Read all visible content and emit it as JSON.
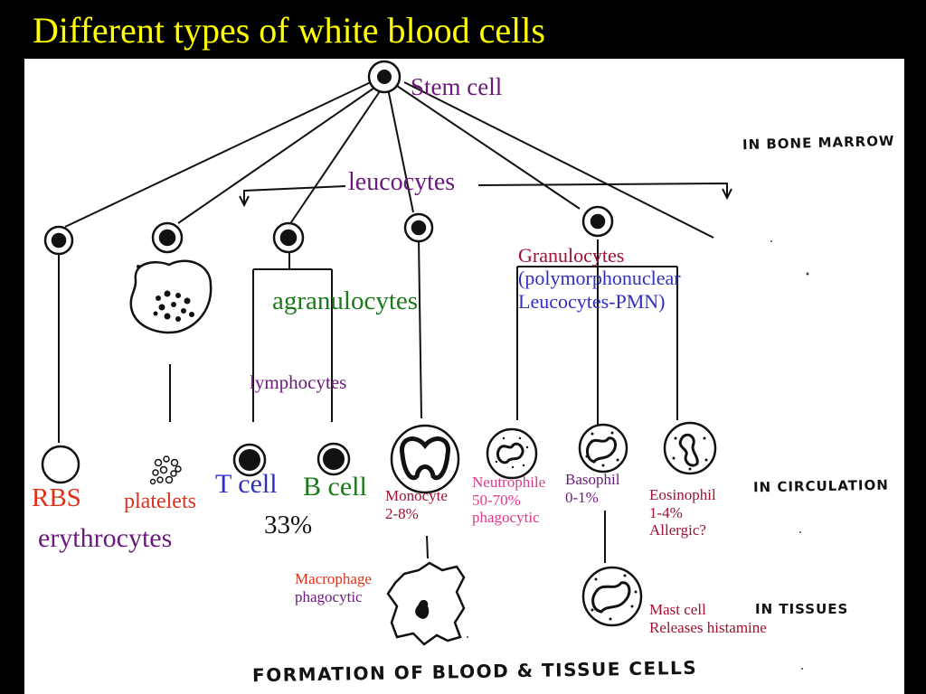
{
  "slide": {
    "title": "Different types of white blood cells"
  },
  "diagram": {
    "stem_cell": "Stem cell",
    "leucocytes": "leucocytes",
    "agranulocytes": "agranulocytes",
    "granulocytes": [
      "Granulocytes",
      "(polymorphonuclear",
      "Leucocytes-PMN)"
    ],
    "lymphocytes": "lymphocytes",
    "t_cell": "T cell",
    "b_cell": "B cell",
    "lymphocyte_percent": "33%",
    "rbs": "RBS",
    "erythrocytes": "erythrocytes",
    "platelets": "platelets",
    "monocyte": [
      "Monocyte",
      "2-8%"
    ],
    "neutrophile": [
      "Neutrophile",
      "50-70%",
      "phagocytic"
    ],
    "basophil": [
      "Basophil",
      "0-1%"
    ],
    "eosinophil": [
      "Eosinophil",
      "1-4%",
      "Allergic?"
    ],
    "macrophage": [
      "Macrophage",
      "phagocytic"
    ],
    "mast_cell": [
      "Mast cell",
      "Releases histamine"
    ],
    "stage_labels": {
      "bone_marrow": "IN BONE MARROW",
      "circulation": "IN CIRCULATION",
      "tissues": "IN TISSUES"
    },
    "footer": "FORMATION OF BLOOD & TISSUE CELLS"
  },
  "colors": {
    "title": "#ffff00",
    "purple": "#6a1a7a",
    "dark_red": "#a01030",
    "blue": "#3030c0",
    "green": "#1a7a1a",
    "orange_red": "#e0301a",
    "pink": "#e03a8a"
  }
}
